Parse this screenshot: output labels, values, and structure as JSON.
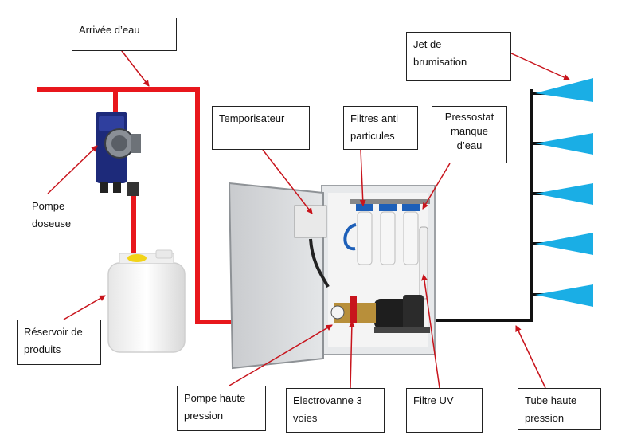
{
  "colors": {
    "water_pipe": "#e8171c",
    "high_pressure_tube": "#111111",
    "mist_jet": "#1aaee5",
    "pointer": "#c8141c",
    "cabinet": "#d9dbdd"
  },
  "labels": {
    "arrivee_eau": [
      "Arrivée d’eau"
    ],
    "jet_brumisation": [
      "Jet de",
      "brumisation"
    ],
    "temporisateur": [
      "Temporisateur"
    ],
    "filtres": [
      "Filtres anti",
      "particules"
    ],
    "pressostat": [
      "Pressostat",
      "manque",
      "d’eau"
    ],
    "pompe_doseuse": [
      "Pompe",
      "doseuse"
    ],
    "reservoir": [
      "Réservoir de",
      "produits"
    ],
    "pompe_hp": [
      "Pompe haute",
      "pression"
    ],
    "electrovanne": [
      "Electrovanne 3",
      "voies"
    ],
    "filtre_uv": [
      "Filtre UV"
    ],
    "tube_hp": [
      "Tube haute",
      "pression"
    ]
  },
  "icons": [
    "dosing-pump-icon",
    "product-canister-icon",
    "control-cabinet-icon",
    "filter-cartridge-icon",
    "mist-nozzle-icon"
  ]
}
